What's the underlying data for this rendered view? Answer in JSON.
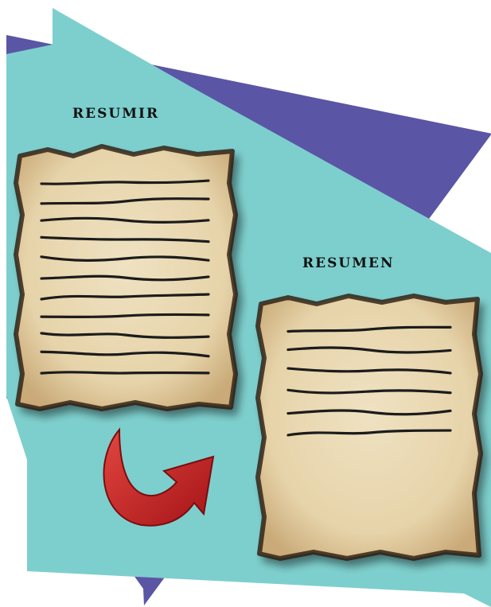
{
  "diagram": {
    "source_label": "resumir",
    "result_label": "resumen",
    "source_text_lines": 11,
    "result_text_lines": 6
  },
  "colors": {
    "background": "#ffffff",
    "back_shape": "#5b55a6",
    "front_shape": "#7dcfcd",
    "parchment_light": "#efe2c2",
    "parchment_dark": "#c9aa78",
    "burnt_edge": "#2a1a0c",
    "ink": "#1a1a1a",
    "arrow": "#c7262a"
  },
  "icons": {
    "arrow": "curved-arrow-icon"
  }
}
